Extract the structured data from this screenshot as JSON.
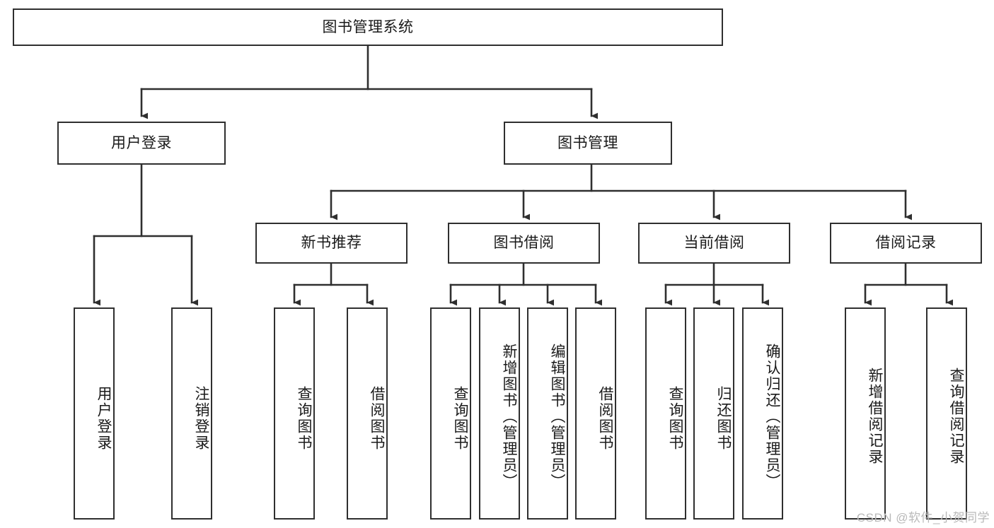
{
  "diagram": {
    "title": "图书管理系统",
    "type": "tree-hierarchy",
    "watermark": "CSDN @软件_小贺同学",
    "colors": {
      "background": "#ffffff",
      "node_border": "#2f2f2f",
      "node_fill": "#ffffff",
      "edge": "#2f2f2f",
      "text": "#1a1a1a",
      "watermark": "#b9b9b9"
    },
    "levels": {
      "root": {
        "label": "图书管理系统"
      },
      "level2": [
        {
          "id": "user-login",
          "label": "用户登录"
        },
        {
          "id": "book-manage",
          "label": "图书管理"
        }
      ],
      "level3": [
        {
          "id": "new-book-rec",
          "label": "新书推荐",
          "parent": "book-manage"
        },
        {
          "id": "book-borrow",
          "label": "图书借阅",
          "parent": "book-manage"
        },
        {
          "id": "current-borrow",
          "label": "当前借阅",
          "parent": "book-manage"
        },
        {
          "id": "borrow-record",
          "label": "借阅记录",
          "parent": "book-manage"
        }
      ],
      "leaves": [
        {
          "id": "leaf-user-login",
          "label": "用户登录",
          "parent": "user-login"
        },
        {
          "id": "leaf-logout",
          "label": "注销登录",
          "parent": "user-login"
        },
        {
          "id": "leaf-query-book-1",
          "label": "查询图书",
          "parent": "new-book-rec"
        },
        {
          "id": "leaf-borrow-book-1",
          "label": "借阅图书",
          "parent": "new-book-rec"
        },
        {
          "id": "leaf-query-book-2",
          "label": "查询图书",
          "parent": "book-borrow"
        },
        {
          "id": "leaf-add-book",
          "label": "新增图书（管理员）",
          "parent": "book-borrow"
        },
        {
          "id": "leaf-edit-book",
          "label": "编辑图书（管理员）",
          "parent": "book-borrow"
        },
        {
          "id": "leaf-borrow-book-2",
          "label": "借阅图书",
          "parent": "book-borrow"
        },
        {
          "id": "leaf-query-book-3",
          "label": "查询图书",
          "parent": "current-borrow"
        },
        {
          "id": "leaf-return-book",
          "label": "归还图书",
          "parent": "current-borrow"
        },
        {
          "id": "leaf-confirm-return",
          "label": "确认归还（管理员）",
          "parent": "current-borrow"
        },
        {
          "id": "leaf-add-record",
          "label": "新增借阅记录",
          "parent": "borrow-record"
        },
        {
          "id": "leaf-query-record",
          "label": "查询借阅记录",
          "parent": "borrow-record"
        }
      ]
    }
  }
}
